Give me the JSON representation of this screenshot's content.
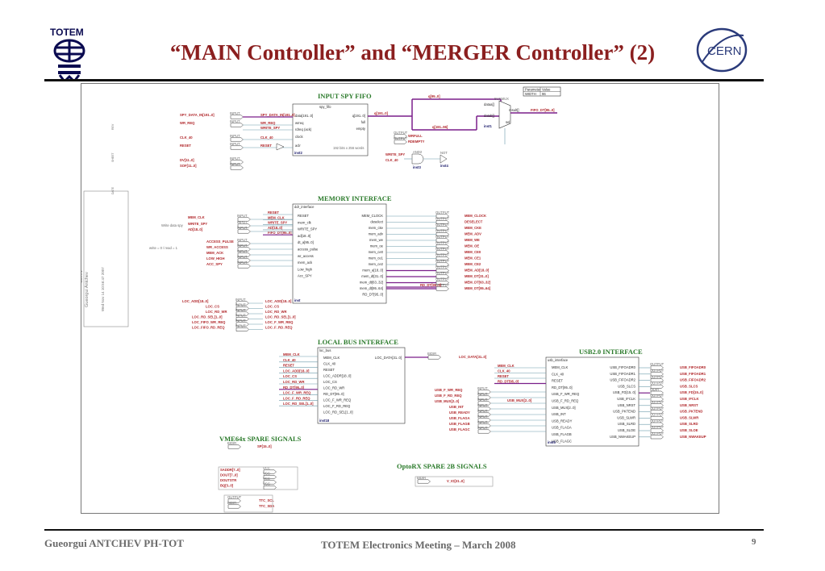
{
  "slide": {
    "title": "“MAIN Controller” and “MERGER Controller” (2)",
    "logo_left_text": "TOTEM",
    "logo_right_text": "CERN",
    "footer_author": "Gueorgui ANTCHEV    PH-TOT",
    "footer_meeting": "TOTEM Electronics Meeting – March 2008",
    "page_number": "9"
  },
  "colors": {
    "title": "#8b1f1f",
    "section_title": "#2a7a2a",
    "bus_wire": "#7a1f8a",
    "net_label": "#b0262a",
    "wire": "#6a9aaa"
  },
  "title_block": {
    "chip": "TOTFED MAIN CHIP",
    "company": "CERN",
    "drawn_by": "Gueorgui Antchev",
    "date": "Wed Nov 14 10:56:47 2007",
    "labels": [
      "TITLE",
      "COMPANY",
      "DRAWN BY",
      "NUMBER",
      "DATE",
      "SHEET",
      "REV"
    ]
  },
  "param_table": {
    "headers": [
      "Parameter",
      "Value"
    ],
    "rows": [
      [
        "WIDTH",
        "96"
      ]
    ]
  },
  "sections": {
    "input_spy": "INPUT SPY FIFO",
    "memory": "MEMORY INTERFACE",
    "local_bus": "LOCAL BUS INTERFACE",
    "usb": "USB2.0 INTERFACE",
    "vme": "VME64x SPARE SIGNALS",
    "optorx": "OptoRX SPARE 2B SIGNALS"
  },
  "spy_fifo": {
    "instance": "spy_fifo",
    "inst_name": "inst2",
    "inputs": [
      "data[191..0]",
      "wrreq",
      "rdreq (ack)",
      "clock",
      "aclr"
    ],
    "outputs": [
      "q[191..0]",
      "full",
      "empty"
    ],
    "note": "192 bits x 256 words",
    "in_labels": [
      "SPY_DATA_IN[191..0]",
      "WR_REQ",
      "",
      "CLK_40",
      "RESET",
      "DV[11..0]",
      "SOF[11..0]"
    ],
    "wires_in": [
      "SPY_DATA_IN[191..0]",
      "WR_REQ",
      "WRITE_SPY",
      "CLK_40",
      "RESET"
    ],
    "out_labels": [
      "q[191..0]",
      "WRFULL",
      "RDEMPTY"
    ],
    "bus_top": "q[95..0]",
    "bus_bottom": "q[191..96]"
  },
  "busmux": {
    "label": "BUSMUX",
    "ports": [
      "dataa[]",
      "datab[]",
      "sel",
      "result[]"
    ],
    "inst_name": "inst1",
    "output": "FIFO_DT[95..0]"
  },
  "spy_logic": {
    "inputs": [
      "WRITE_SPY",
      "CLK_40"
    ],
    "gate_labels": [
      "AND2",
      "NOT"
    ],
    "inst_names": [
      "inst3",
      "inst4"
    ]
  },
  "memory": {
    "instance": "ddr_interface",
    "inst_name": "inst",
    "inputs": [
      "RESET",
      "mem_clk",
      "WRITE_SPY",
      "ad[18..0]",
      "dt_a[95..0]",
      "access_pulse",
      "wr_access",
      "mem_ack",
      "Low_high",
      "Acc_SPY"
    ],
    "outputs": [
      "MEM_CLOCK",
      "deselect",
      "mem_cke",
      "mem_adv",
      "mem_we",
      "mem_oe",
      "mem_ce0",
      "mem_ce1",
      "mem_ce2",
      "mem_a[18..0]",
      "mem_dt[31..0]",
      "mem_dt[63..32]",
      "mem_dt[95..64]",
      "RD_DT[95..0]"
    ],
    "wire_labels": [
      "RESET",
      "MEM_CLK",
      "WRITE_SPY",
      "AD[18..0]",
      "FIFO_DT[95..0]"
    ],
    "in_labels": [
      "MEM_CLK",
      "WRITE_SPY",
      "AD[18..0]",
      "ACCESS_PULSE",
      "WR_ACCESS",
      "MEM_ACK",
      "LOW_HIGH",
      "ACC_SPY"
    ],
    "out_labels": [
      "MEM_CLOCK",
      "DESELECT",
      "MEM_CKE",
      "MEM_ADV",
      "MEM_WE",
      "MEM_OE",
      "MEM_CE0",
      "MEM_CE1",
      "MEM_CE2",
      "MEM_AD[18..0]",
      "MEM_DT[31..0]",
      "MEM_DT[63..32]",
      "MEM_DT[95..64]"
    ],
    "rd_dt": "RD_DT[95..0]",
    "note_write": "Write data spy",
    "note_rw": "write = 0 / read = 1"
  },
  "loc_signals": {
    "in_labels": [
      "LOC_ADD[18..0]",
      "LOC_CS",
      "LOC_RD_WR",
      "LOC_RD_SEL[1..0]",
      "LOC_FIFO_WR_REQ",
      "LOC_FIFO_RD_REQ"
    ],
    "out_labels": [
      "LOC_ADD[18..0]",
      "LOC_CS",
      "LOC_RD_WR",
      "LOC_RD_SEL[1..0]",
      "LOC_F_WR_REQ",
      "LOC_F_RD_REQ"
    ]
  },
  "local_bus": {
    "instance": "loc_bus",
    "inst_name": "inst18",
    "inputs": [
      "MEM_CLK",
      "CLK_40",
      "RESET",
      "LOC_ADDR[18..0]",
      "LOC_CS",
      "LOC_RD_WR",
      "RD_DT[95..0]",
      "LOC_F_WR_REQ",
      "LOC_F_RD_REQ",
      "LOC_RD_SEL[1..0]"
    ],
    "outputs": [
      "LOC_DATA[31..0]"
    ],
    "wire_labels": [
      "MEM_CLK",
      "CLK_40",
      "RESET",
      "LOC_ADD[18..0]",
      "LOC_CS",
      "LOC_RD_WR",
      "RD_DT[95..0]",
      "LOC_F_WR_REQ",
      "LOC_F_RD_REQ",
      "LOC_RD_SEL[1..0]"
    ],
    "out_label": "LOC_DATA[31..0]"
  },
  "usb": {
    "instance": "usb_interface",
    "inst_name": "inst5",
    "inputs": [
      "MEM_CLK",
      "CLK_40",
      "RESET",
      "RD_DT[95..0]",
      "USB_F_WR_REQ",
      "USB_F_RD_REQ",
      "USB_MUX[2..0]",
      "USB_INT",
      "USB_READY",
      "USB_FLAGA",
      "USB_FLAGB",
      "USB_FLAGC"
    ],
    "outputs": [
      "USB_FIFOADR0",
      "USB_FIFOADR1",
      "USB_FIFOADR2",
      "USB_SLCS",
      "USB_FD[15..0]",
      "USB_IFCLK",
      "USB_NRST",
      "USB_PKTEND",
      "USB_SLWR",
      "USB_SLRD",
      "USB_SLOE",
      "USB_NWAKEUP"
    ],
    "wire_labels": [
      "MEM_CLK",
      "CLK_40",
      "RESET",
      "RD_DT[95..0]"
    ],
    "in_labels": [
      "USB_F_WR_REQ",
      "USB_F_RD_REQ",
      "USB_MUX[2..0]",
      "USB_INT",
      "USB_READY",
      "USB_FLAGA",
      "USB_FLAGB",
      "USB_FLAGC"
    ],
    "mux_wire": "USB_MUX[2..0]",
    "out_labels": [
      "USB_FIFOADR0",
      "USB_FIFOADR1",
      "USB_FIFOADR2",
      "USB_SLCS",
      "USB_FD[15..0]",
      "USB_IFCLK",
      "USB_NRST",
      "USB_PKTEND",
      "USB_SLWR",
      "USB_SLRD",
      "USB_SLOE",
      "USB_NWAKEUP"
    ]
  },
  "vme": {
    "bidir": "SP[15..0]",
    "inputs": [
      "SADDR[7..0]",
      "DOUT[7..0]",
      "DOUTSTR",
      "BQ[3..0]"
    ]
  },
  "optorx": {
    "bidir": "V_IO[31..0]"
  },
  "ttc": {
    "outputs": [
      "TTC_SCL",
      "TTC_SDA"
    ]
  },
  "pin_kinds": {
    "input": "INPUT",
    "output": "OUTPUT",
    "bidir": "BIDIR",
    "vcc": "VCC"
  }
}
